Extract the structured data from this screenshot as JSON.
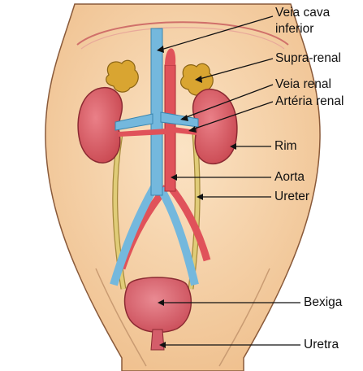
{
  "labels": {
    "veia_cava": [
      "Veia cava",
      "inferior"
    ],
    "supra_renal": "Supra-renal",
    "veia_renal": "Veia renal",
    "arteria_renal": "Artéria renal",
    "rim": "Rim",
    "aorta": "Aorta",
    "ureter": "Ureter",
    "bexiga": "Bexiga",
    "uretra": "Uretra"
  },
  "colors": {
    "skin": "#f6d2a8",
    "skin_outline": "#8a5a3a",
    "kidney": "#d95a64",
    "adrenal": "#d9a531",
    "vein": "#74b8dd",
    "artery": "#e0525a",
    "ureter": "#d8c46c",
    "bladder": "#d45d6a",
    "leader": "#111111"
  }
}
